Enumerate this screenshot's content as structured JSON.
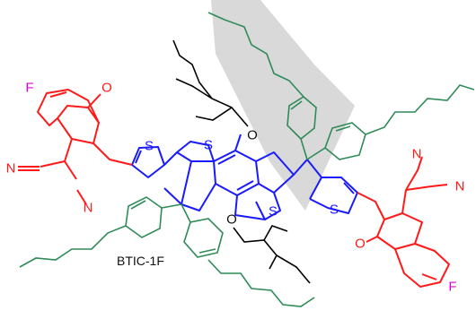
{
  "caption": "BTIC-1F",
  "atoms": {
    "sulfur": "S",
    "oxygen": "O",
    "nitrogen": "N",
    "fluorine": "F"
  },
  "colors": {
    "core": "#1a1aff",
    "end_group": "#ff1a1a",
    "side_chain": "#2e8b57",
    "alkoxy_chain": "#000000",
    "fluorine": "#e000e0",
    "watermark": "#cccccc"
  }
}
